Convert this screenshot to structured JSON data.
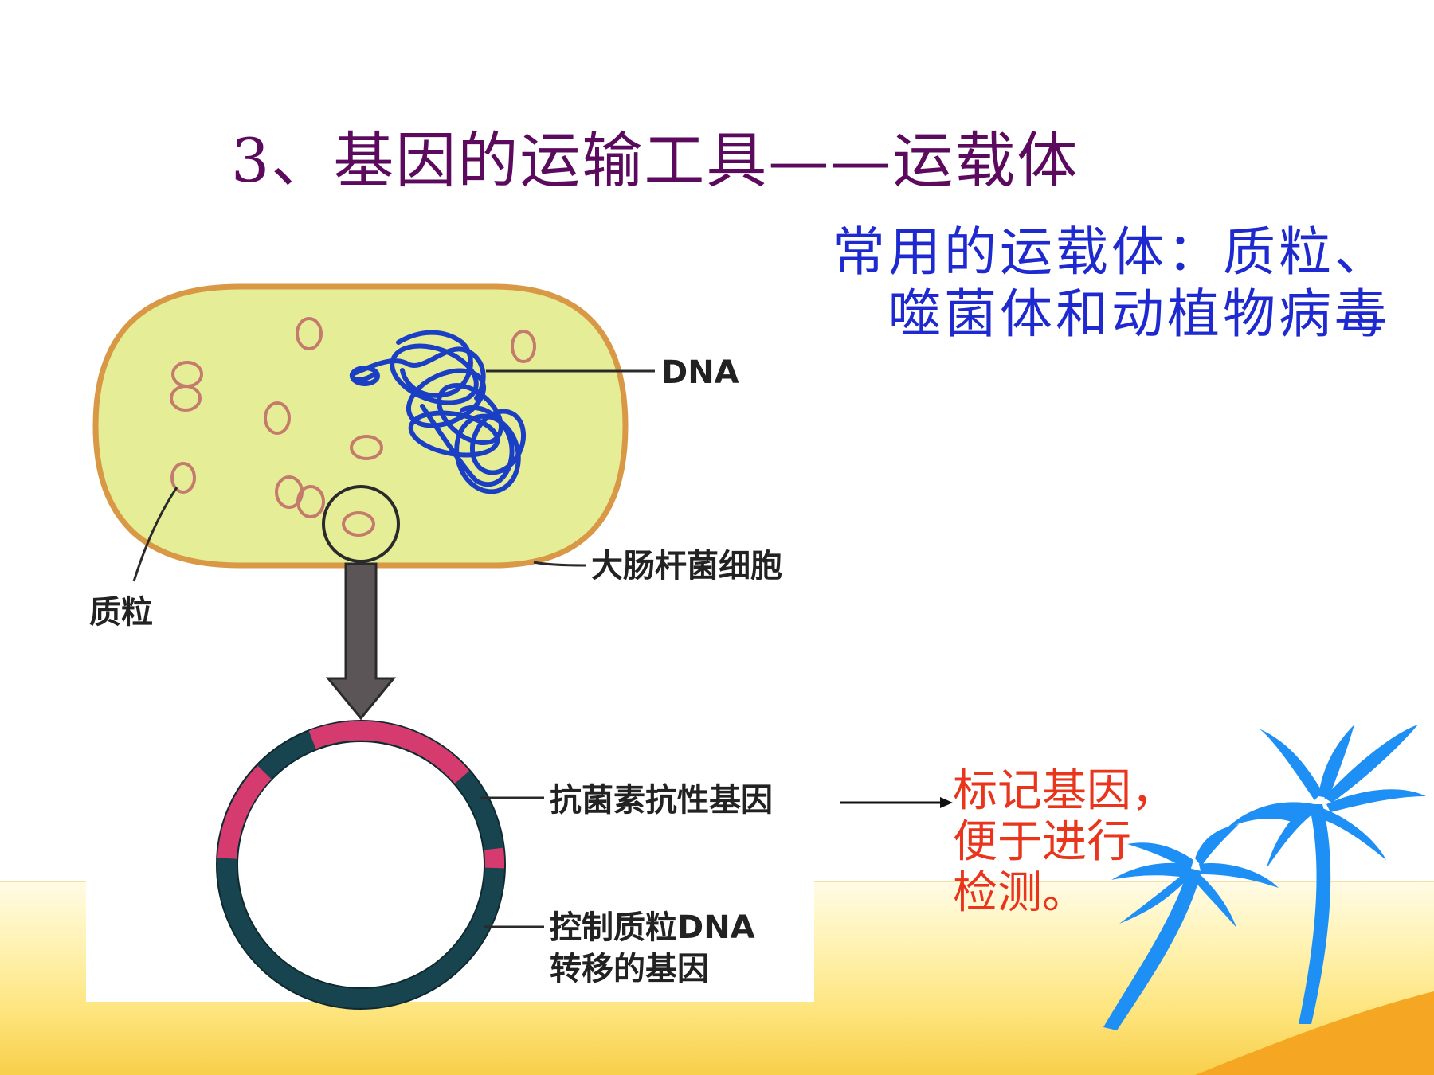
{
  "slide": {
    "title": "3、基因的运输工具——运载体",
    "common_vectors": [
      "常用的运载体：质粒、",
      "噬菌体和动植物病毒"
    ]
  },
  "diagram": {
    "labels": {
      "dna": "DNA",
      "ecoli_cell": "大肠杆菌细胞",
      "plasmid": "质粒",
      "antibiotic_gene": "抗菌素抗性基因",
      "transfer_gene_line1": "控制质粒DNA",
      "transfer_gene_line2": "转移的基因"
    },
    "colors": {
      "cell_fill": "#e6ed97",
      "cell_border": "#d99845",
      "dna": "#1b3fc4",
      "plasmid_outline": "#c47a6c",
      "ring_dark": "#17444e",
      "ring_pink": "#d63b6f",
      "arrow": "#5b5557"
    }
  },
  "annotation": {
    "marker_gene_lines": [
      "标记基因，",
      "便于进行",
      "检测。"
    ],
    "color": "#e8351c"
  },
  "decor": {
    "palm_icon_color": "#1e8ff5",
    "wedge_color": "#f5a623"
  }
}
